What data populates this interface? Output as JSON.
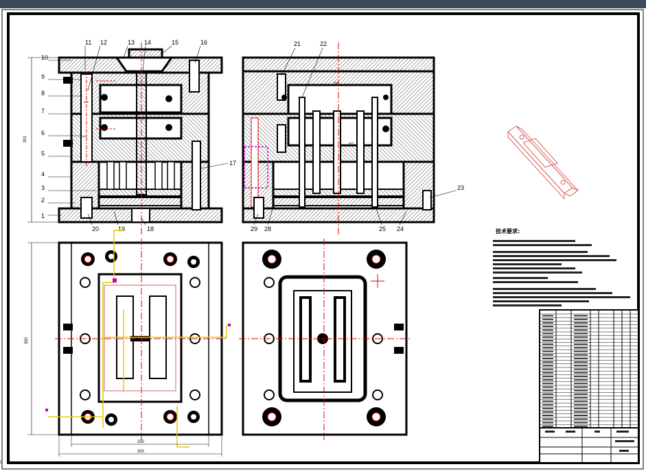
{
  "drawing": {
    "part_labels_left": [
      "10",
      "9",
      "8",
      "7",
      "6",
      "5",
      "4",
      "3",
      "2",
      "1"
    ],
    "part_labels_top_left": [
      "11",
      "12",
      "13",
      "14",
      "15",
      "16"
    ],
    "part_labels_top_right": [
      "21",
      "22"
    ],
    "part_labels_bottom_left": [
      "20",
      "19",
      "18"
    ],
    "part_labels_bottom_right": [
      "29",
      "28",
      "25",
      "24"
    ],
    "part_label_17": "17",
    "part_label_23": "23",
    "dim_height_side": "301",
    "dim_height_plan": "350",
    "dim_width_inner": "250",
    "dim_width_outer": "300",
    "origin_mark": "0",
    "tech_req_title": "技术要求:",
    "colors": {
      "line": "#000000",
      "hatch": "#000000",
      "centerline": "#e00000",
      "iso_part": "#e06060",
      "cooling": "#e8c800",
      "magenta": "#c000c0",
      "frame": "#000000"
    }
  }
}
